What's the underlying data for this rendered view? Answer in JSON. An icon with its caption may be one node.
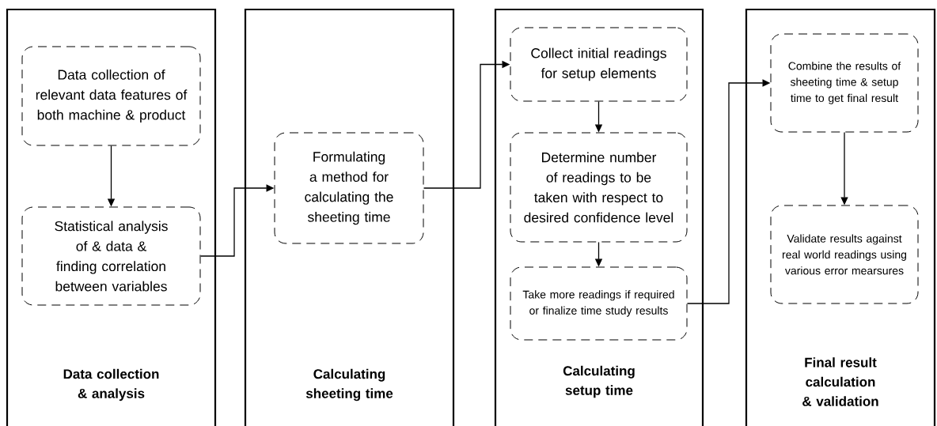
{
  "diagram": {
    "nodes": [
      {
        "text": [
          "Data collection & analysis"
        ]
      },
      {
        "text": [
          "Data collection of relevant data features of both machine & product"
        ],
        "in": 0
      },
      {
        "text": [
          "Statistical analysis of & data & finding correlation between variables"
        ],
        "in": 0
      },
      {
        "text": [
          "Calculating sheeting time"
        ]
      },
      {
        "text": [
          "Formulating a method for calculating the sheeting time"
        ],
        "in": 3
      },
      {
        "text": [
          "Calculating setup time"
        ]
      },
      {
        "text": [
          "Collect initial readings for setup elements"
        ],
        "in": 5
      },
      {
        "text": [
          "Determine number of readings to be taken with respect to desired confidence level"
        ],
        "in": 5
      },
      {
        "text": [
          "Take more readings if required or finalize time study results"
        ],
        "in": 5
      },
      {
        "text": [
          "Final result calculation & validation"
        ]
      },
      {
        "text": [
          "Combine the results of sheeting time & setup time to get final result"
        ],
        "in": 9
      },
      {
        "text": [
          "Validate results against real world readings using various error mearsures"
        ],
        "in": 9
      }
    ],
    "edges": [
      {
        "from": 1,
        "to": 2,
        "arrow": "to"
      },
      {
        "from": 2,
        "to": 4,
        "arrow": "to"
      },
      {
        "from": 4,
        "to": 6,
        "arrow": "to"
      },
      {
        "from": 6,
        "to": 7,
        "arrow": "to"
      },
      {
        "from": 7,
        "to": 8,
        "arrow": "to"
      },
      {
        "from": 8,
        "to": 10,
        "arrow": "to"
      },
      {
        "from": 10,
        "to": 11,
        "arrow": "to"
      }
    ]
  }
}
